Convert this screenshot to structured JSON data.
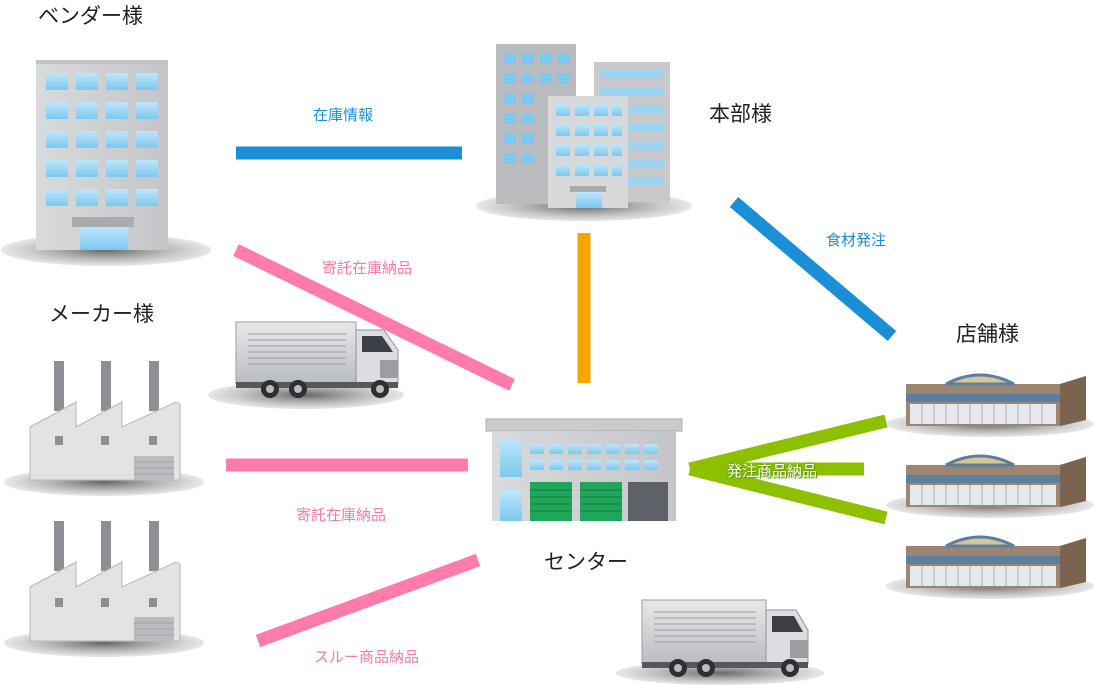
{
  "nodes": {
    "vendor": "ベンダー様",
    "hq": "本部様",
    "maker": "メーカー様",
    "store": "店舗様",
    "center": "センター"
  },
  "flows": {
    "inventory_info": "在庫情報",
    "ingredient_order": "食材発注",
    "consign_delivery_1": "寄託在庫納品",
    "consign_delivery_2": "寄託在庫納品",
    "thru_delivery": "スルー商品納品",
    "order_delivery": "発注商品納品"
  },
  "colors": {
    "blue_line": "#1a8fd6",
    "pink_line": "#ff7bab",
    "orange_line": "#f5a600",
    "green_line": "#8cc000"
  }
}
